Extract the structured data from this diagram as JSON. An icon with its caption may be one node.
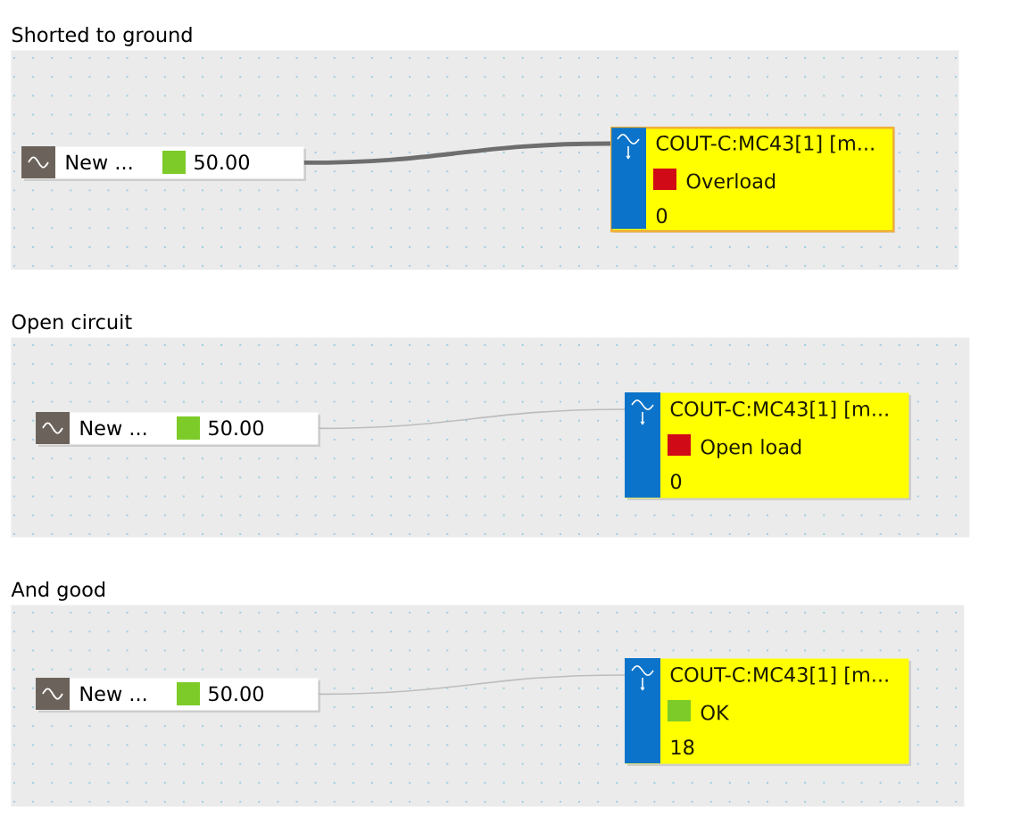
{
  "diagram": {
    "nodes": [
      {
        "text": [
          "Shorted to ground"
        ]
      },
      {
        "text": [
          "New ...",
          "50.00"
        ],
        "in": 0
      },
      {
        "text": [
          "COUT-C:MC43[1] [m...",
          "Overload",
          "0"
        ],
        "in": 0
      },
      {
        "text": [
          "Open circuit"
        ]
      },
      {
        "text": [
          "New ...",
          "50.00"
        ],
        "in": 3
      },
      {
        "text": [
          "COUT-C:MC43[1] [m...",
          "Open load",
          "0"
        ],
        "in": 3
      },
      {
        "text": [
          "And good"
        ]
      },
      {
        "text": [
          "New ...",
          "50.00"
        ],
        "in": 6
      },
      {
        "text": [
          "COUT-C:MC43[1] [m...",
          "OK",
          "18"
        ],
        "in": 6
      }
    ],
    "edges": [
      {
        "from": 1,
        "to": 2,
        "arrow": "none",
        "style": "thick",
        "color": "#6e6e6e"
      },
      {
        "from": 4,
        "to": 5,
        "arrow": "none"
      },
      {
        "from": 7,
        "to": 8,
        "arrow": "none"
      }
    ]
  }
}
